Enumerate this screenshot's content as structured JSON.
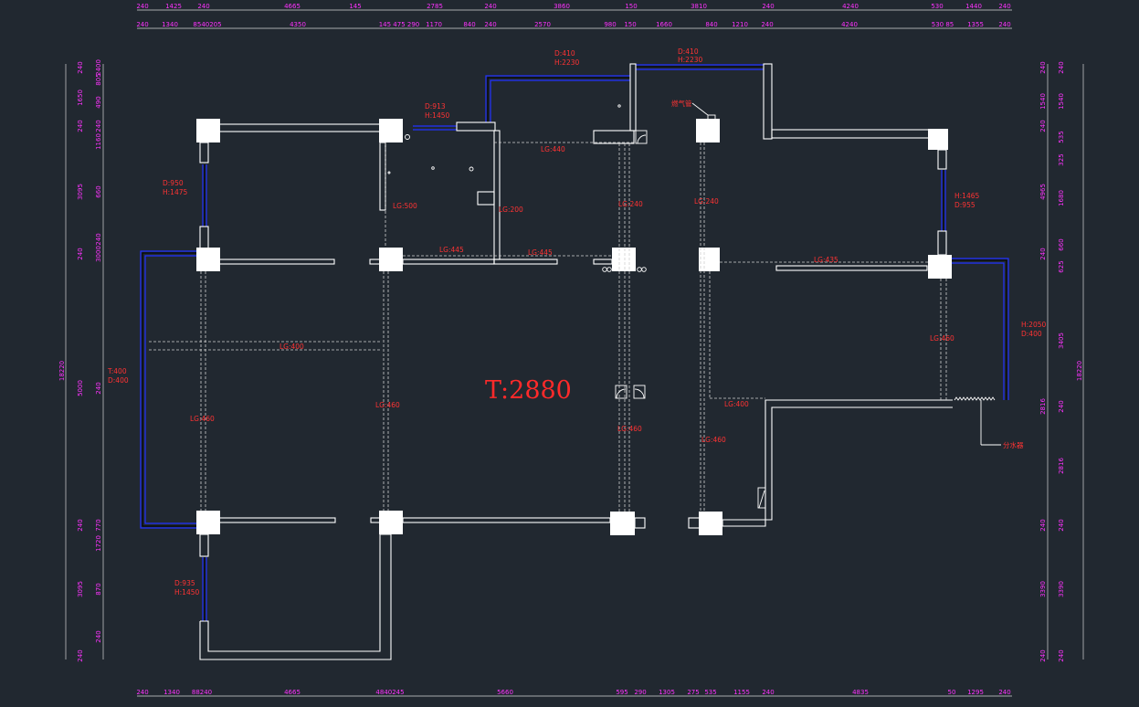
{
  "top_dims_row1": [
    "240",
    "1425",
    "240",
    "4665",
    "145",
    "2785",
    "240",
    "3860",
    "150",
    "3810",
    "240",
    "4240",
    "530",
    "1440",
    "240"
  ],
  "top_dims_row2": [
    "240",
    "1340",
    "8540205",
    "4350",
    "145 475 290",
    "1170",
    "840",
    "240",
    "2570",
    "980",
    "150",
    "1660",
    "840",
    "1210",
    "240",
    "4240",
    "530 85",
    "1355",
    "240"
  ],
  "bottom_dims": [
    "240",
    "1340",
    "88240",
    "4665",
    "4840245",
    "5660",
    "595",
    "290",
    "1305",
    "275",
    "535",
    "1155",
    "240",
    "4835",
    "50",
    "1295",
    "240"
  ],
  "left_dims_outer": [
    "240",
    "1650",
    "240",
    "3095",
    "240",
    "5000",
    "240",
    "3095",
    "240"
  ],
  "left_dims_inner": [
    "2400",
    "805",
    "490",
    "240",
    "1160",
    "660",
    "240",
    "3000",
    "240",
    "770",
    "1720",
    "870",
    "240"
  ],
  "right_dims_outer": [
    "240",
    "1540",
    "240",
    "4965",
    "240",
    "2816",
    "240",
    "3390",
    "240"
  ],
  "right_dims_inner": [
    "240",
    "1540",
    "535",
    "325",
    "1680",
    "660",
    "625",
    "3405",
    "240",
    "2816",
    "240",
    "3390",
    "240"
  ],
  "total_left": "18220",
  "total_right": "18220",
  "title": "T:2880",
  "gas_label": "燃气管",
  "divider_label": "分水器",
  "labels": [
    {
      "id": "d410a",
      "text": "D:410"
    },
    {
      "id": "h2230a",
      "text": "H:2230"
    },
    {
      "id": "d410b",
      "text": "D:410"
    },
    {
      "id": "h2230b",
      "text": "H:2230"
    },
    {
      "id": "d913",
      "text": "D:913"
    },
    {
      "id": "h1450a",
      "text": "H:1450"
    },
    {
      "id": "d950",
      "text": "D:950"
    },
    {
      "id": "h1475",
      "text": "H:1475"
    },
    {
      "id": "h1465",
      "text": "H:1465"
    },
    {
      "id": "d955",
      "text": "D:955"
    },
    {
      "id": "h2050",
      "text": "H:2050"
    },
    {
      "id": "d400r",
      "text": "D:400"
    },
    {
      "id": "t400",
      "text": "T:400"
    },
    {
      "id": "d400l",
      "text": "D:400"
    },
    {
      "id": "d935",
      "text": "D:935"
    },
    {
      "id": "h1450b",
      "text": "H:1450"
    },
    {
      "id": "lg440",
      "text": "LG:440"
    },
    {
      "id": "lg500",
      "text": "LG:500"
    },
    {
      "id": "lg200",
      "text": "LG:200"
    },
    {
      "id": "lg240a",
      "text": "LG:240"
    },
    {
      "id": "lg240b",
      "text": "LG:240"
    },
    {
      "id": "lg445a",
      "text": "LG:445"
    },
    {
      "id": "lg445b",
      "text": "LG:445"
    },
    {
      "id": "lg435",
      "text": "LG:435"
    },
    {
      "id": "lg400a",
      "text": "LG:400"
    },
    {
      "id": "lg460a",
      "text": "LG:460"
    },
    {
      "id": "lg460b",
      "text": "LG:460"
    },
    {
      "id": "lg460c",
      "text": "LG:460"
    },
    {
      "id": "lg460d",
      "text": "LG:460"
    },
    {
      "id": "lg460e",
      "text": "LG:460"
    },
    {
      "id": "lg400b",
      "text": "LG:400"
    }
  ]
}
